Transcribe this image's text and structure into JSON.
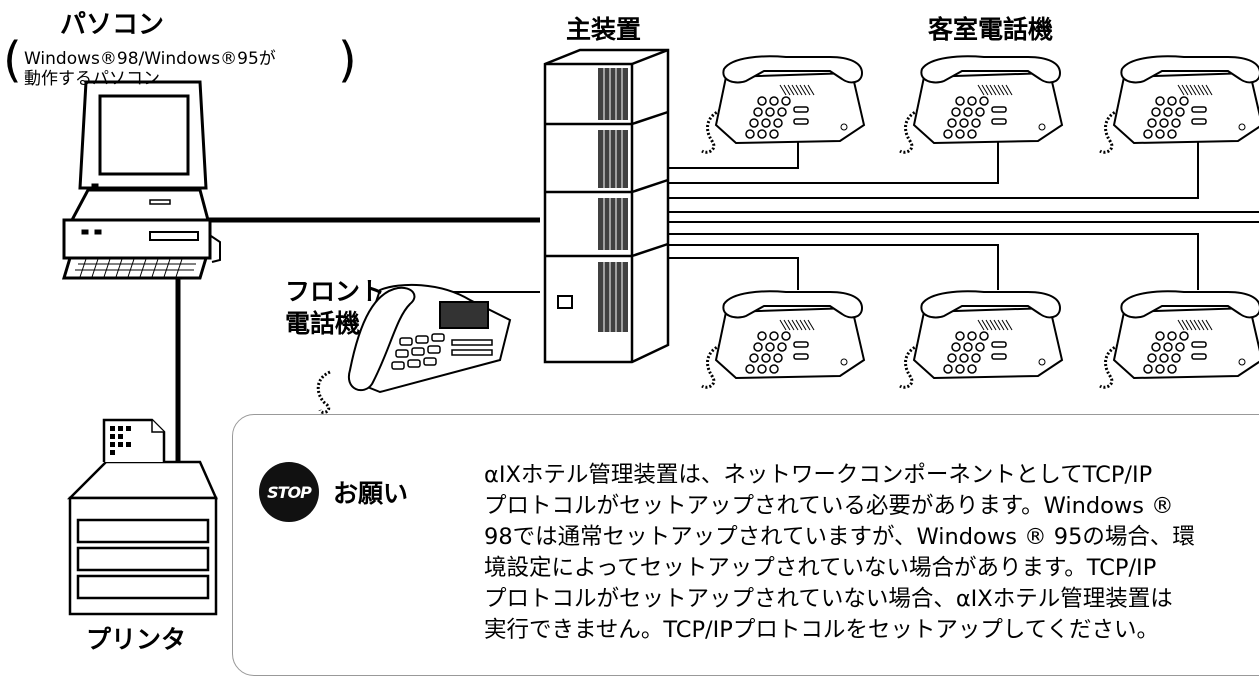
{
  "labels": {
    "pc_title": "パソコン",
    "pc_note_line1": "Windows®98/Windows®95が",
    "pc_note_line2": "動作するパソコン",
    "main_unit": "主装置",
    "guest_phones": "客室電話機",
    "front_phone_line1": "フロント",
    "front_phone_line2": "電話機",
    "printer": "プリンタ",
    "bracket_open": "(",
    "bracket_close": ")"
  },
  "notice": {
    "stop_icon_text": "STOP",
    "title": "お願い",
    "lines": [
      "αIXホテル管理装置は、ネットワークコンポーネントとしてTCP/IP",
      "プロトコルがセットアップされている必要があります。Windows ®",
      "98では通常セットアップされていますが、Windows ® 95の場合、環",
      "境設定によってセットアップされていない場合があります。TCP/IP",
      "プロトコルがセットアップされていない場合、αIXホテル管理装置は",
      "実行できません。TCP/IPプロトコルをセットアップしてください。"
    ]
  }
}
